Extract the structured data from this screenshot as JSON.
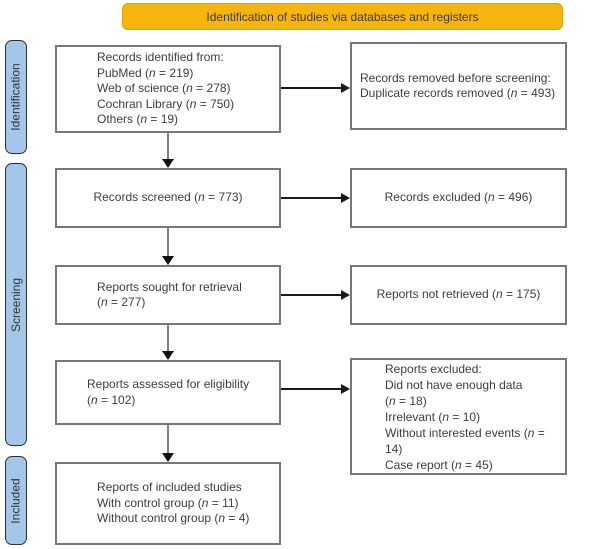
{
  "banner": {
    "label": "Identification of studies via databases and registers"
  },
  "sidebar": {
    "items": [
      {
        "label": "Identification"
      },
      {
        "label": "Screening"
      },
      {
        "label": "Included"
      }
    ]
  },
  "flow": {
    "boxes": {
      "identified": {
        "lines": [
          "Records identified from:",
          "PubMed (n = 219)",
          "Web of science (n = 278)",
          "Cochran Library (n = 750)",
          "Others (n = 19)"
        ]
      },
      "removed": {
        "lines": [
          "Records removed before screening:",
          "Duplicate records removed (n = 493)"
        ]
      },
      "screened": {
        "lines": [
          "Records screened (n = 773)"
        ]
      },
      "excluded": {
        "lines": [
          "Records excluded (n = 496)"
        ]
      },
      "sought": {
        "lines": [
          "Reports sought for retrieval",
          "(n = 277)"
        ]
      },
      "not_retrieved": {
        "lines": [
          "Reports not retrieved (n = 175)"
        ]
      },
      "assessed": {
        "lines": [
          "Reports assessed for eligibility",
          "(n = 102)"
        ]
      },
      "reports_excluded": {
        "lines": [
          "Reports excluded:",
          "Did not have enough data",
          "(n = 18)",
          "Irrelevant (n = 10)",
          "Without interested events (n = 14)",
          "Case report (n = 45)"
        ]
      },
      "included_studies": {
        "lines": [
          "Reports of included studies",
          "With control group (n = 11)",
          "Without control group (n = 4)"
        ]
      }
    }
  },
  "colors": {
    "banner_bg": "#F5B40E",
    "banner_border": "#DFA108",
    "sidebar_bg": "#A4C6E8",
    "sidebar_border": "#2F2F2F",
    "box_border": "#777777",
    "text": "#3D3D3D",
    "arrow_stem": "#808080",
    "arrow_head": "#111111",
    "arrow_h": "#1A1A1A"
  }
}
